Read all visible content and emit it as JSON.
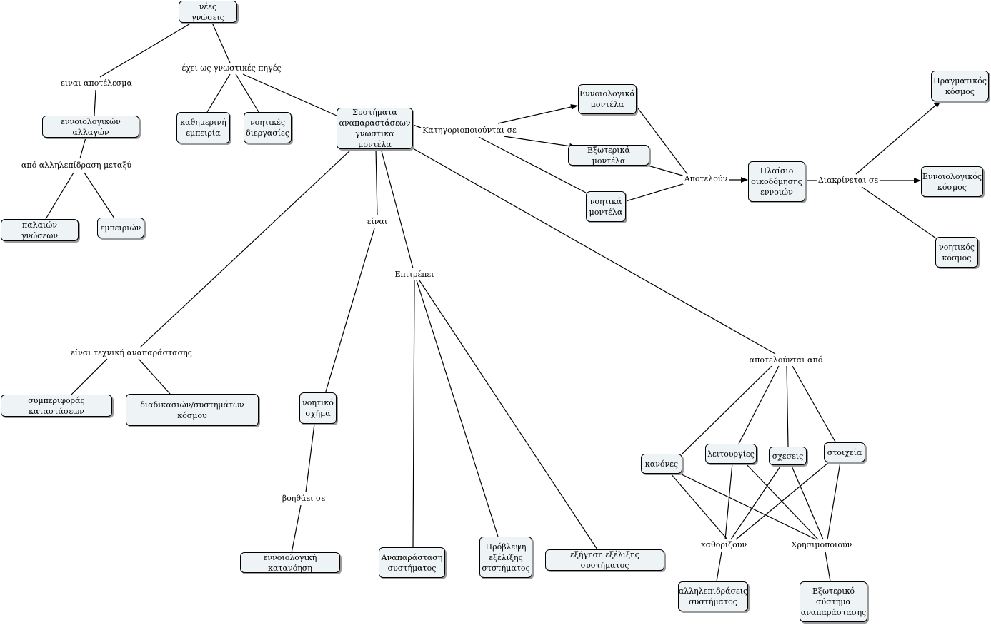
{
  "nodes": {
    "nees_gnoseis": "νέες γνώσεις",
    "ennoiologikon_allagon": "εννοιολογικών αλλαγών",
    "palaion_gnoseon": "παλαιών γνώσεων",
    "empeirion": "εμπειριών",
    "kathimerini_empeiria": "καθημερινή\nεμπειρία",
    "noitikes_diergasies": "νοητικές\nδιεργασίες",
    "systimata": "Συστήματα\nαναπαραστάσεων\nγνωστικα μοντέλα",
    "ennoiologika_montela": "Εννοιολογικά\nμοντέλα",
    "exoterika_montela": "Εξωτερικά μοντέλα",
    "noitika_montela": "νοητικά\nμοντέλα",
    "plaisio": "Πλαίσιο\nοικοδόμησης\nεννοιών",
    "pragmatikos_kosmos": "Πραγματικός\nκόσμος",
    "ennoiologikos_kosmos": "Εννοιολογικός\nκόσμος",
    "noitikos_kosmos": "νοητικός\nκόσμος",
    "symperiforas": "συμπεριφοράς καταστάσεων",
    "diadikasion": "διαδικασιών/συστημάτων κόσμου",
    "noitiko_schima": "νοητικό\nσχήμα",
    "ennoiologiki_katanoisi": "εννοιολογική κατανόηση",
    "anaparastasi": "Αναπαράσταση\nσυστήματος",
    "provlepsi": "Πρόβλεψη\nεξέλιξης\nστστήματος",
    "exigisi": "εξήγηση εξέλιξης συστήματος",
    "kanones": "κανόνες",
    "leitourgies": "λειτουργίες",
    "scheseis": "σχεσεις",
    "stoicheia": "στοιχεία",
    "allileppidraseis": "αλληλεπιδράσεις\nσυστήματος",
    "exoteriko_systima": "Εξωτερικό\nσύστημα\nαναπαράστασης"
  },
  "links": {
    "einai_apotelesma": "ειναι αποτέλεσμα",
    "echei_os": "έχει ως γνωστικές πηγές",
    "apo_allilepidrasi": "από αλληλεπίδραση μεταξύ",
    "kathgoriopoiountai": "Κατηγοριοποιούνται σε",
    "apoteloun": "Αποτελούν",
    "diakrinetai": "Διακρίνεται σε",
    "einai": "είναι",
    "epitrepei": "Επιτρέπει",
    "einai_techniki": "είναι τεχνική αναπαράστασης",
    "voithaei": "βοηθάει σε",
    "apotelountai_apo": "αποτελούνται από",
    "kathorizoun": "καθορίζουν",
    "chrisimopoioun": "Χρησιμοποιούν"
  },
  "colors": {
    "node_fill": "#eef4f6",
    "node_border": "#000000",
    "line": "#000000"
  }
}
